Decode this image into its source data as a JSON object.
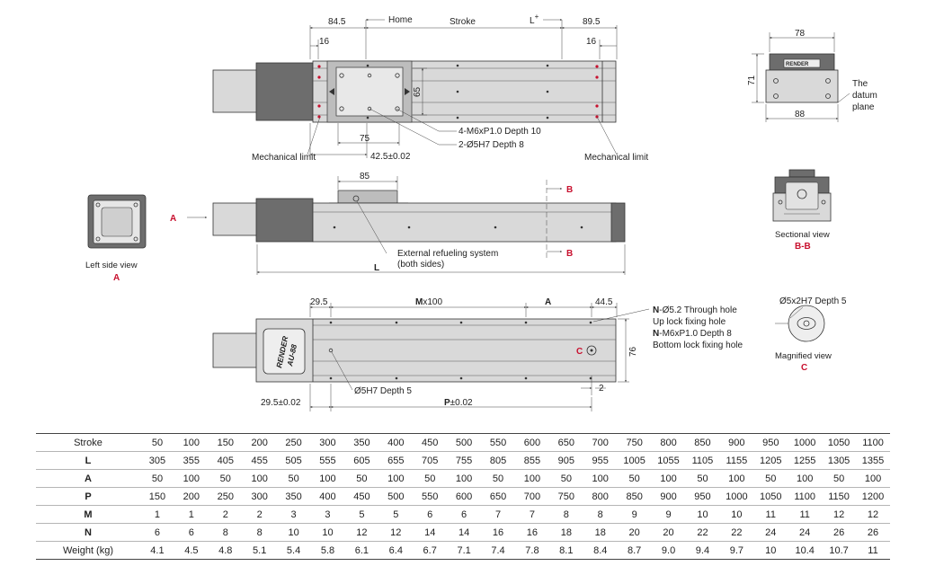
{
  "top_view": {
    "dims": {
      "d845": "84.5",
      "home": "Home",
      "stroke": "Stroke",
      "lplus": "L",
      "plus": "+",
      "d895": "89.5",
      "d16a": "16",
      "d16b": "16",
      "d65": "65",
      "d75": "75",
      "d425": "42.5±0.02"
    },
    "callouts": {
      "tap": "4-M6xP1.0 Depth 10",
      "pin": "2-Ø5H7 Depth 8",
      "mech_left": "Mechanical limit",
      "mech_right": "Mechanical limit"
    }
  },
  "front_view": {
    "d85": "85",
    "b_label": "B",
    "refuel_1": "External refueling system",
    "refuel_2": "(both sides)",
    "l_label": "L",
    "a_arrow": "A"
  },
  "left_view": {
    "title": "Left side view",
    "letter": "A"
  },
  "bottom_view": {
    "d295": "29.5",
    "m_bold": "M",
    "m_rest": "x100",
    "a_label": "A",
    "d445": "44.5",
    "d76": "76",
    "d2": "2",
    "d295tol": "29.5±0.02",
    "p_bold": "P",
    "p_rest": "±0.02",
    "pin": "Ø5H7 Depth 5",
    "c_label": "C",
    "hole_1_bold": "N",
    "hole_1_rest": "-Ø5.2 Through hole",
    "hole_2": "Up lock fixing hole",
    "hole_3_bold": "N",
    "hole_3_rest": "-M6xP1.0 Depth 8",
    "hole_4": "Bottom lock fixing hole",
    "badge_1": "RENDER",
    "badge_2": "AU-88"
  },
  "end_view": {
    "d78": "78",
    "d71": "71",
    "d88": "88",
    "badge": "RENDER",
    "datum_1": "The",
    "datum_2": "datum",
    "datum_3": "plane"
  },
  "section_view": {
    "title": "Sectional view",
    "letter": "B-B"
  },
  "magnified_view": {
    "spec": "Ø5x2H7 Depth 5",
    "title": "Magnified view",
    "letter": "C"
  },
  "table": {
    "rows": [
      {
        "label": "Stroke",
        "values": [
          "50",
          "100",
          "150",
          "200",
          "250",
          "300",
          "350",
          "400",
          "450",
          "500",
          "550",
          "600",
          "650",
          "700",
          "750",
          "800",
          "850",
          "900",
          "950",
          "1000",
          "1050",
          "1100"
        ]
      },
      {
        "label": "L",
        "values": [
          "305",
          "355",
          "405",
          "455",
          "505",
          "555",
          "605",
          "655",
          "705",
          "755",
          "805",
          "855",
          "905",
          "955",
          "1005",
          "1055",
          "1105",
          "1155",
          "1205",
          "1255",
          "1305",
          "1355"
        ]
      },
      {
        "label": "A",
        "values": [
          "50",
          "100",
          "50",
          "100",
          "50",
          "100",
          "50",
          "100",
          "50",
          "100",
          "50",
          "100",
          "50",
          "100",
          "50",
          "100",
          "50",
          "100",
          "50",
          "100",
          "50",
          "100"
        ]
      },
      {
        "label": "P",
        "values": [
          "150",
          "200",
          "250",
          "300",
          "350",
          "400",
          "450",
          "500",
          "550",
          "600",
          "650",
          "700",
          "750",
          "800",
          "850",
          "900",
          "950",
          "1000",
          "1050",
          "1100",
          "1150",
          "1200"
        ]
      },
      {
        "label": "M",
        "values": [
          "1",
          "1",
          "2",
          "2",
          "3",
          "3",
          "5",
          "5",
          "6",
          "6",
          "7",
          "7",
          "8",
          "8",
          "9",
          "9",
          "10",
          "10",
          "11",
          "11",
          "12",
          "12"
        ]
      },
      {
        "label": "N",
        "values": [
          "6",
          "6",
          "8",
          "8",
          "10",
          "10",
          "12",
          "12",
          "14",
          "14",
          "16",
          "16",
          "18",
          "18",
          "20",
          "20",
          "22",
          "22",
          "24",
          "24",
          "26",
          "26"
        ]
      },
      {
        "label": "Weight (kg)",
        "values": [
          "4.1",
          "4.5",
          "4.8",
          "5.1",
          "5.4",
          "5.8",
          "6.1",
          "6.4",
          "6.7",
          "7.1",
          "7.4",
          "7.8",
          "8.1",
          "8.4",
          "8.7",
          "9.0",
          "9.4",
          "9.7",
          "10",
          "10.4",
          "10.7",
          "11"
        ]
      }
    ]
  }
}
